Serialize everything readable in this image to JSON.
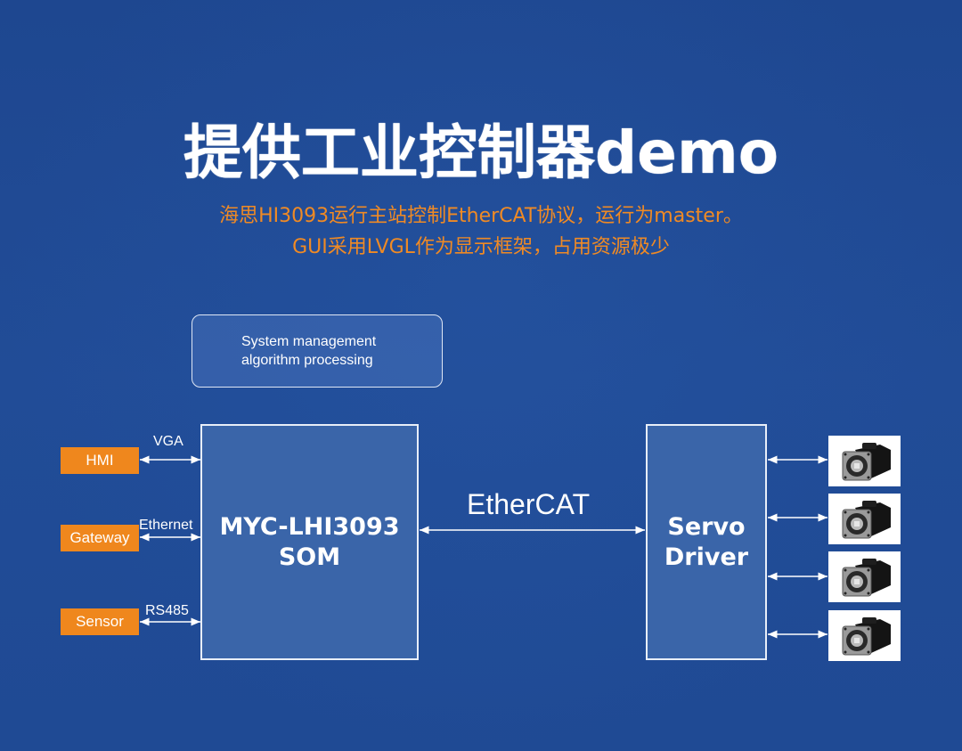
{
  "header": {
    "title": "提供工业控制器demo",
    "subtitle_line1": "海思HI3093运行主站控制EtherCAT协议，运行为master。",
    "subtitle_line2": "GUI采用LVGL作为显示框架，占用资源极少"
  },
  "colors": {
    "background": "#1f4a93",
    "accent_orange": "#ef871d",
    "block_fill": "#3a65a9",
    "line": "#ffffff"
  },
  "diagram": {
    "management_box": {
      "line1": "System management",
      "line2": "algorithm processing"
    },
    "som": {
      "line1": "MYC-LHI3093",
      "line2": "SOM"
    },
    "servo_driver": {
      "line1": "Servo",
      "line2": "Driver"
    },
    "peripherals": [
      {
        "label": "HMI",
        "link": "VGA"
      },
      {
        "label": "Gateway",
        "link": "Ethernet"
      },
      {
        "label": "Sensor",
        "link": "RS485"
      }
    ],
    "backbone_link": "EtherCAT",
    "motors": [
      {
        "icon": "servo-motor-icon"
      },
      {
        "icon": "servo-motor-icon"
      },
      {
        "icon": "servo-motor-icon"
      },
      {
        "icon": "servo-motor-icon"
      }
    ]
  }
}
